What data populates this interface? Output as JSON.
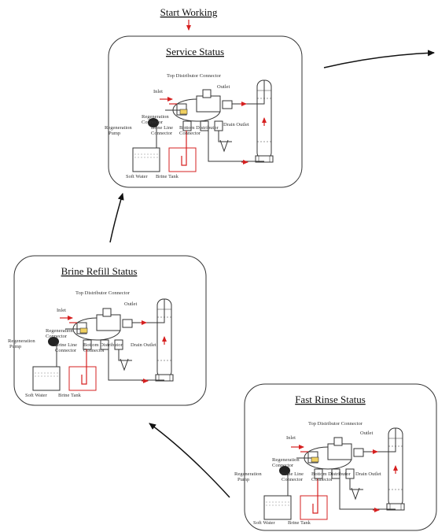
{
  "header": {
    "label": "Start Working"
  },
  "panels": [
    {
      "id": "service",
      "title": "Service Status"
    },
    {
      "id": "brine",
      "title": "Brine Refill Status"
    },
    {
      "id": "rinse",
      "title": "Fast Rinse Status"
    }
  ],
  "labels": {
    "top_distributor": "Top Distributor Connector",
    "outlet": "Outlet",
    "inlet": "Inlet",
    "regeneration_connector_1": "Regeneration",
    "regeneration_connector_2": "Connector",
    "regeneration_pump_1": "Regeneration",
    "regeneration_pump_2": "Pump",
    "brine_line_1": "Brine Line",
    "brine_line_2": "Connector",
    "bottom_distributor_1": "Bottom Distributor",
    "bottom_distributor_2": "Connector",
    "drain_outlet": "Drain Outlet",
    "soft_water": "Soft Water",
    "brine_tank": "Brine Tank"
  },
  "colors": {
    "flow": "#d62020",
    "line": "#333333"
  }
}
